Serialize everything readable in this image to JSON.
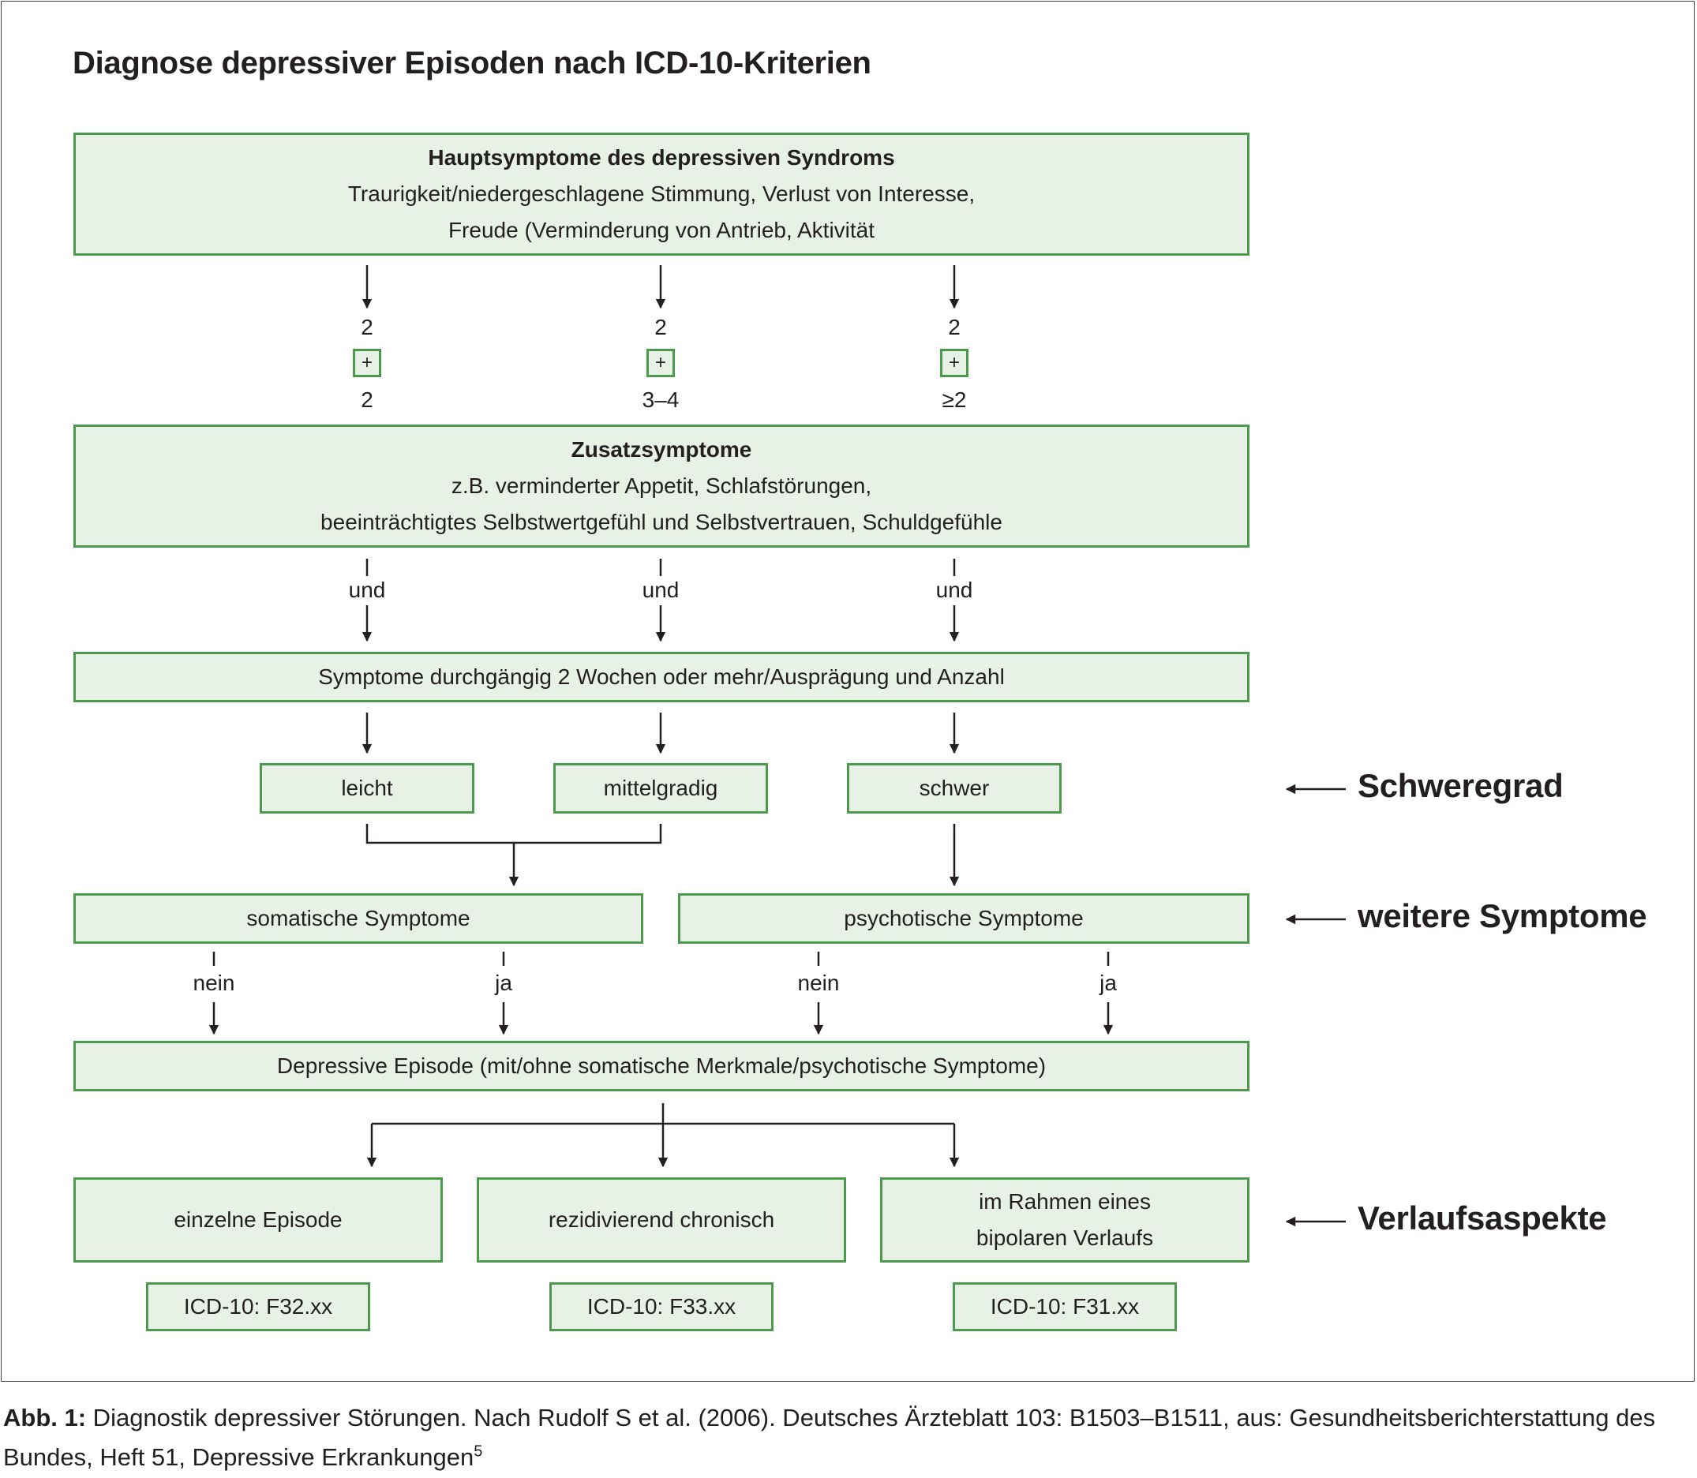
{
  "title": "Diagnose depressiver Episoden nach ICD-10-Kriterien",
  "haupt": {
    "heading": "Hauptsymptome des depressiven Syndroms",
    "line1": "Traurigkeit/niedergeschlagene Stimmung, Verlust von Interesse,",
    "line2": "Freude (Verminderung von Antrieb, Aktivität"
  },
  "counts": [
    {
      "top": "2",
      "plus": "+",
      "bottom": "2"
    },
    {
      "top": "2",
      "plus": "+",
      "bottom": "3–4"
    },
    {
      "top": "2",
      "plus": "+",
      "bottom": "≥2"
    }
  ],
  "zusatz": {
    "heading": "Zusatzsymptome",
    "line1": "z.B. verminderter Appetit, Schlafstörungen,",
    "line2": "beeinträchtigtes Selbstwertgefühl und Selbstvertrauen, Schuldgefühle"
  },
  "und_labels": [
    "und",
    "und",
    "und"
  ],
  "duration": "Symptome durchgängig 2 Wochen oder mehr/Ausprägung und Anzahl",
  "severity": [
    "leicht",
    "mittelgradig",
    "schwer"
  ],
  "further": {
    "somatic": "somatische Symptome",
    "psychotic": "psychotische Symptome"
  },
  "yn_labels": [
    "nein",
    "ja",
    "nein",
    "ja"
  ],
  "episode": "Depressive Episode (mit/ohne somatische Merkmale/psychotische Symptome)",
  "course": [
    {
      "label": "einzelne Episode",
      "code": "ICD-10: F32.xx"
    },
    {
      "label": "rezidivierend chronisch",
      "code": "ICD-10: F33.xx"
    },
    {
      "label1": "im Rahmen eines",
      "label2": "bipolaren Verlaufs",
      "code": "ICD-10: F31.xx"
    }
  ],
  "side_labels": {
    "severity": "Schweregrad",
    "further": "weitere Symptome",
    "course": "Verlaufsaspekte"
  },
  "caption": {
    "prefix": "Abb. 1:",
    "text": " Diagnostik depressiver Störungen. Nach Rudolf S et al. (2006). Deutsches Ärzteblatt 103: B1503–B1511, aus: Gesundheitsberichterstattung des Bundes, Heft 51, Depressive Erkrankungen",
    "ref": "5"
  },
  "colors": {
    "box_fill": "#e7f1e5",
    "box_border": "#4c9a4c",
    "text": "#231f20"
  }
}
